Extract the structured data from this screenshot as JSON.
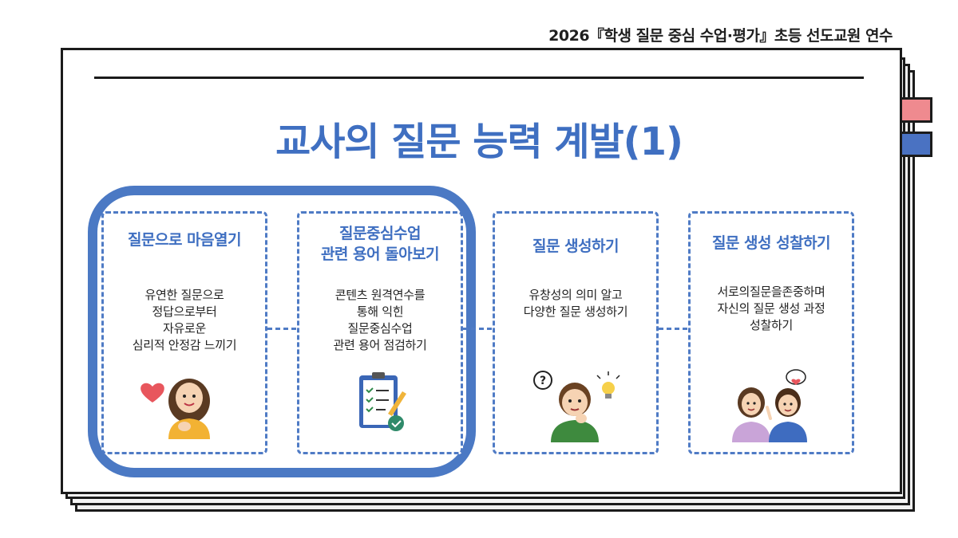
{
  "header": {
    "caption": "2026『학생 질문 중심 수업·평가』초등 선도교원 연수"
  },
  "slide": {
    "title": "교사의 질문 능력 계발(1)"
  },
  "steps": [
    {
      "title": [
        "질문으로 마음열기"
      ],
      "desc": [
        "유연한 질문으로",
        "정답으로부터",
        "자유로운",
        "심리적 안정감 느끼기"
      ],
      "illustration": "girl-heart-icon"
    },
    {
      "title": [
        "질문중심수업",
        "관련 용어 돌아보기"
      ],
      "desc": [
        "콘텐츠 원격연수를",
        "통해 익힌",
        "질문중심수업",
        "관련 용어 점검하기"
      ],
      "illustration": "clipboard-checklist-icon"
    },
    {
      "title": [
        "질문 생성하기"
      ],
      "desc": [
        "유창성의 의미 알고",
        "다양한 질문 생성하기"
      ],
      "illustration": "boy-thinking-icon"
    },
    {
      "title": [
        "질문 생성 성찰하기"
      ],
      "desc": [
        "서로의질문을존중하며",
        "자신의 질문 생성 과정",
        "성찰하기"
      ],
      "illustration": "two-girls-talking-icon"
    }
  ],
  "colors": {
    "accent_blue": "#3f6fc1",
    "tab_pink": "#ef8a8f",
    "tab_blue": "#4a72c2"
  }
}
